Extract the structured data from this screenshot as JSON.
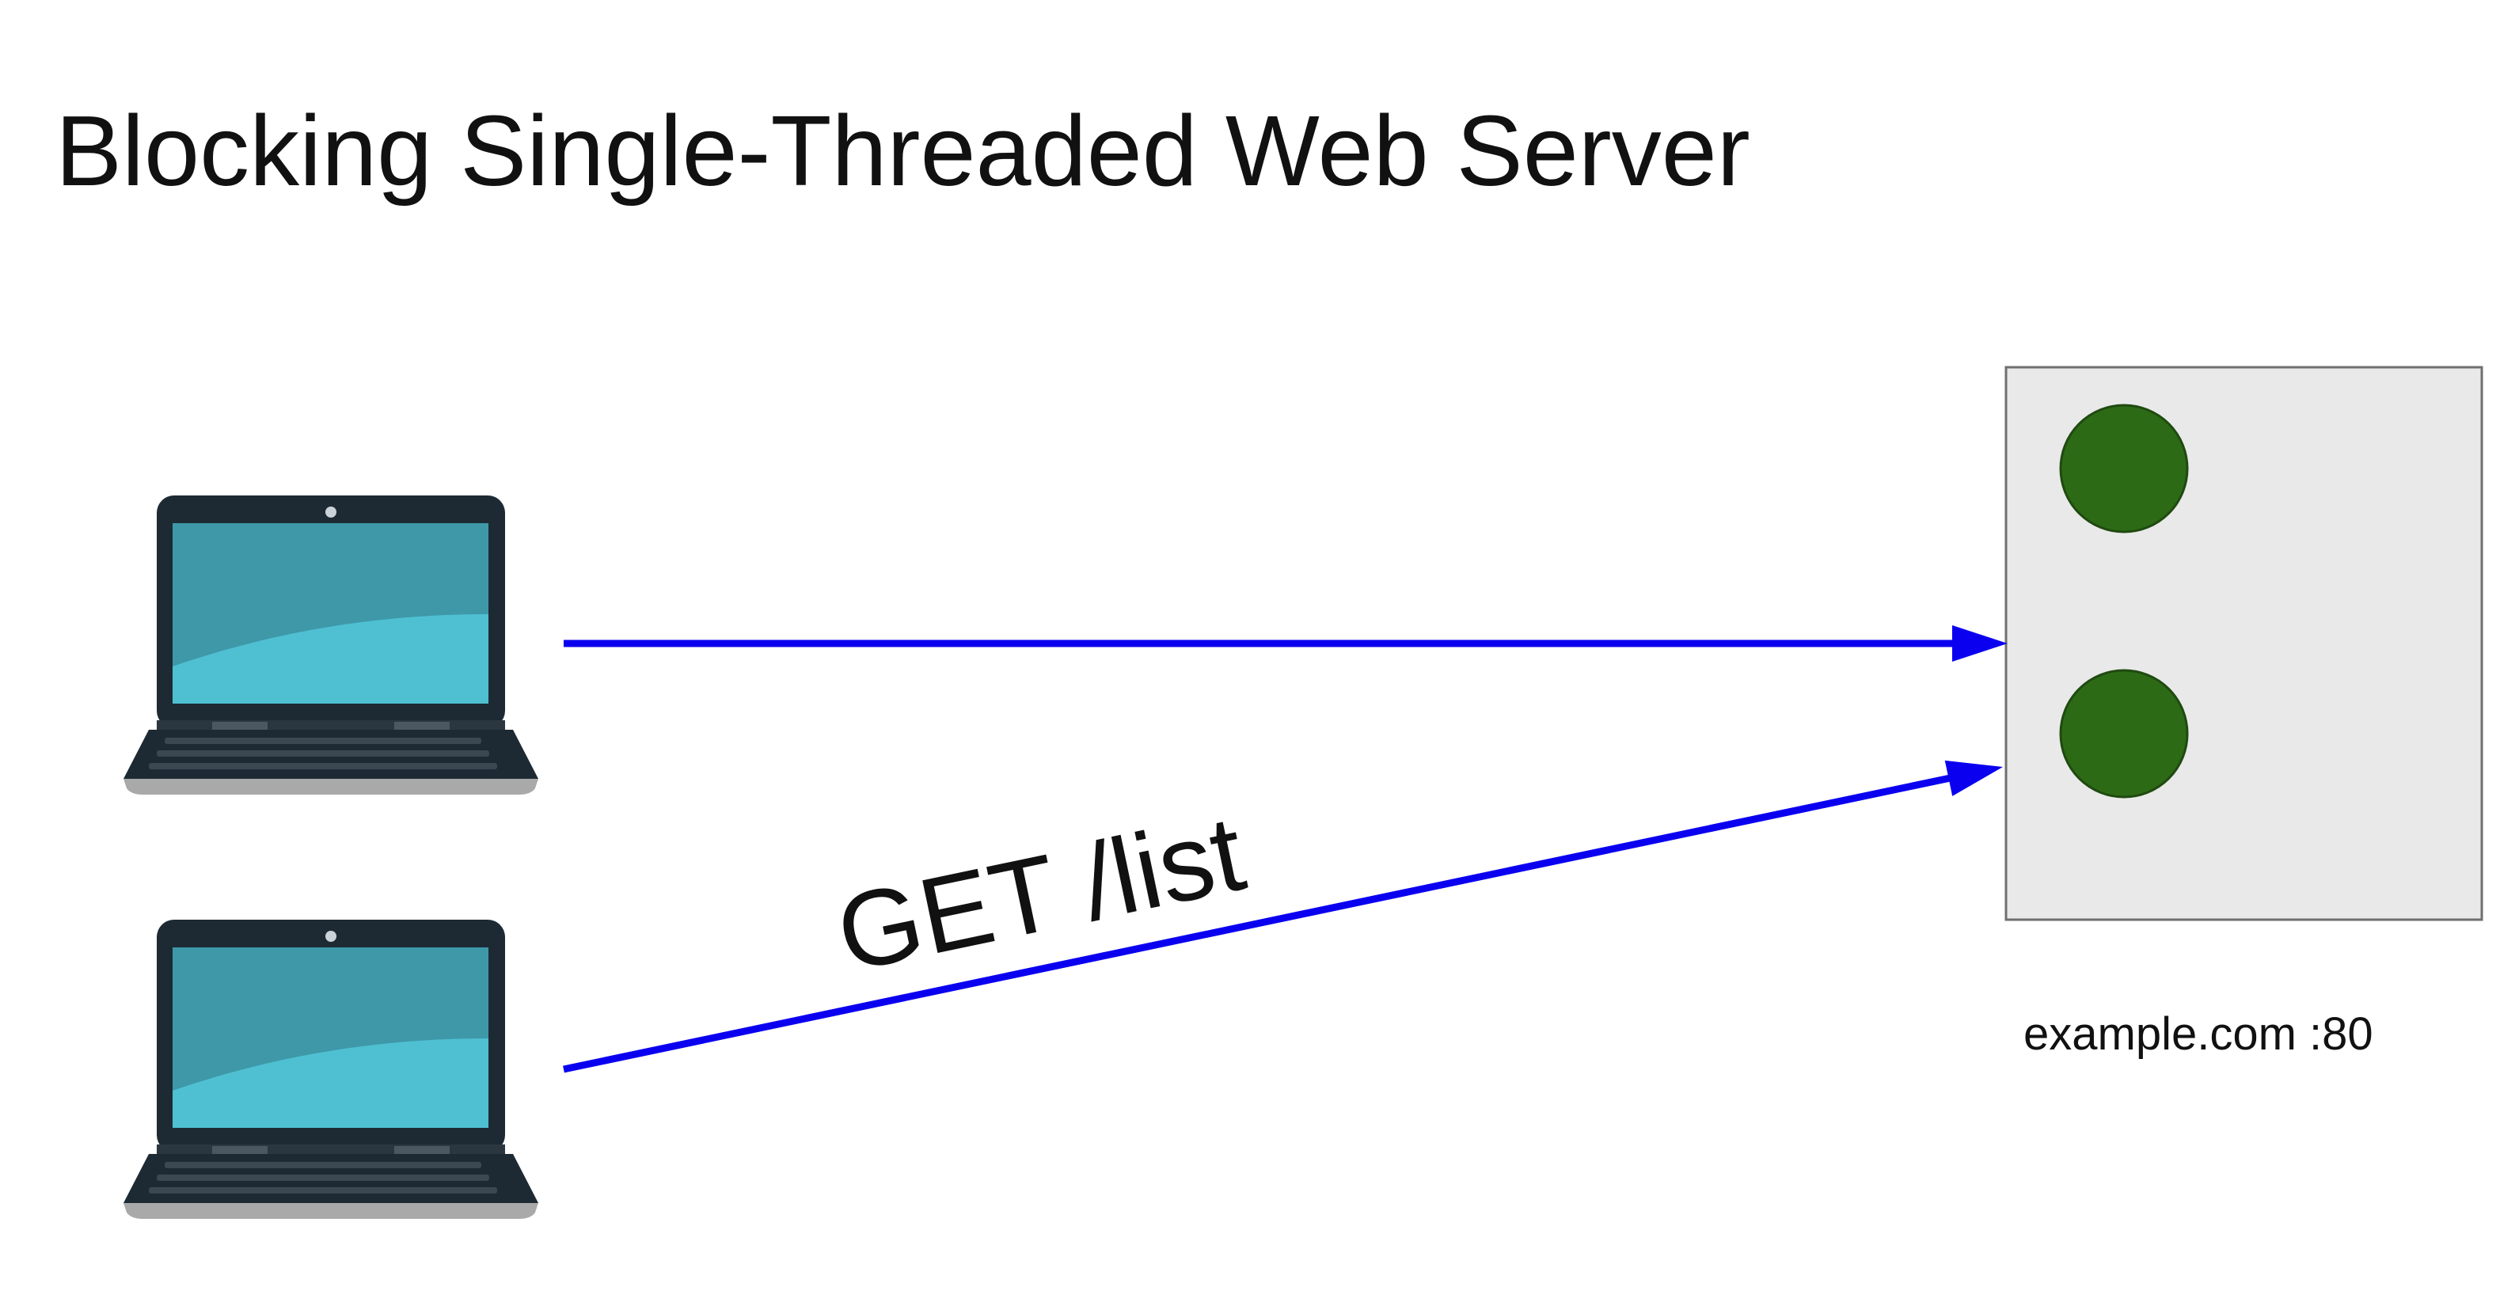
{
  "slide": {
    "title": "Blocking Single-Threaded Web Server"
  },
  "diagram": {
    "request_label": "GET /list",
    "server_label": "example.com :80",
    "colors": {
      "arrow": "#0a00ef",
      "server_fill": "#e9e9e9",
      "server_border": "#6f6f6f",
      "thread_dot": "#2d6a16",
      "laptop_frame": "#1d2a33",
      "laptop_screen": "#4fc0d2",
      "laptop_screen_shade": "#3e98a8",
      "laptop_base": "#a9a9a9"
    },
    "clients": [
      {
        "icon": "laptop-icon"
      },
      {
        "icon": "laptop-icon"
      }
    ],
    "server_threads": [
      {
        "icon": "thread-dot"
      },
      {
        "icon": "thread-dot"
      }
    ]
  }
}
